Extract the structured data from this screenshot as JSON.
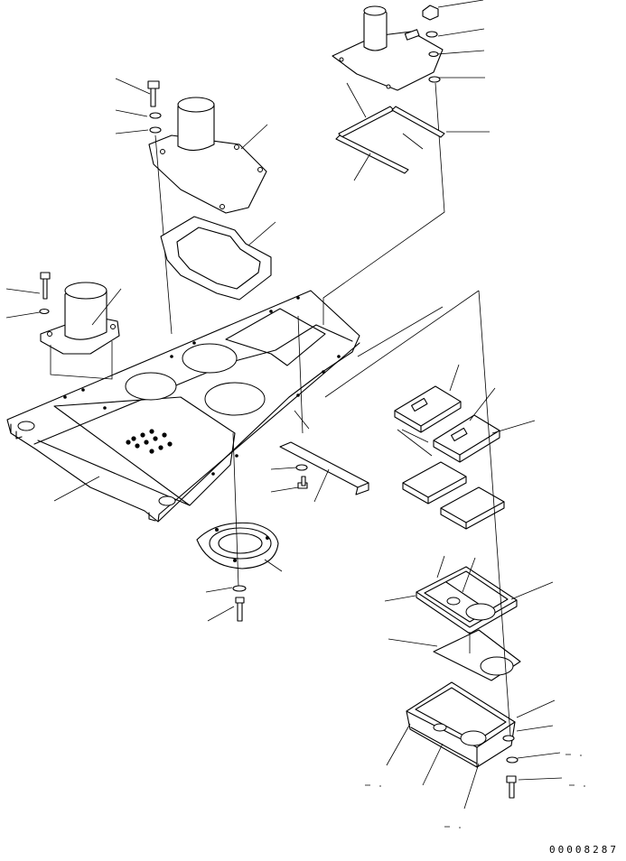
{
  "figure": {
    "drawing_code": "00008287",
    "parts": [
      {
        "name": "floor-frame",
        "icon": "floor-plate-icon"
      },
      {
        "name": "tube-cover-left",
        "icon": "tube-plate-icon"
      },
      {
        "name": "tube-cover-center",
        "icon": "tube-plate-icon"
      },
      {
        "name": "tube-cover-top-right",
        "icon": "tube-plate-icon"
      },
      {
        "name": "gasket",
        "icon": "gasket-icon"
      },
      {
        "name": "seal-strips",
        "icon": "strip-icon"
      },
      {
        "name": "ring-flange",
        "icon": "ring-icon"
      },
      {
        "name": "pedal-pads",
        "icon": "pad-icon"
      },
      {
        "name": "mat-pads",
        "icon": "mat-icon"
      },
      {
        "name": "pedal-frame",
        "icon": "frame-icon"
      },
      {
        "name": "floor-mat",
        "icon": "mat-icon"
      },
      {
        "name": "under-tray",
        "icon": "tray-icon"
      },
      {
        "name": "bracket",
        "icon": "bracket-icon"
      }
    ]
  }
}
